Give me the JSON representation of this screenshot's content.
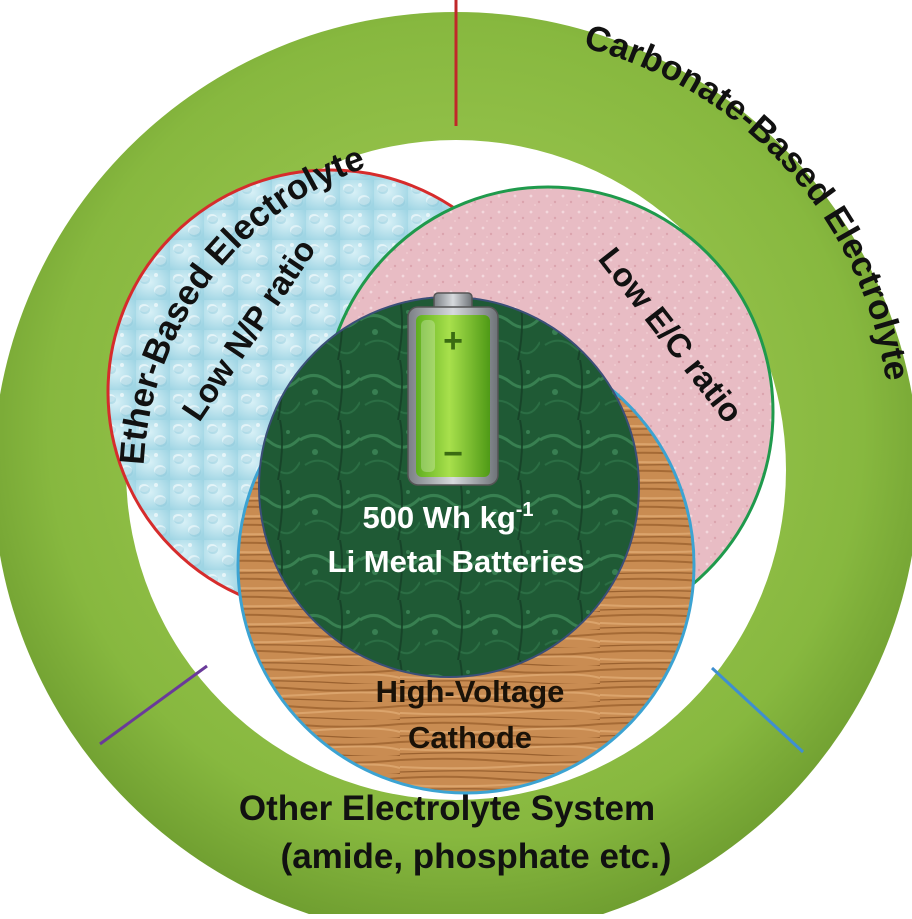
{
  "diagram": {
    "outer_ring": {
      "ether": "Ether-Based Electrolyte",
      "carbonate": "Carbonate-Based Electrolyte",
      "other_line1": "Other Electrolyte System",
      "other_line2": "(amide, phosphate etc.)"
    },
    "circles": {
      "np": "Low N/P ratio",
      "ec": "Low E/C ratio",
      "cathode_line1": "High-Voltage",
      "cathode_line2": "Cathode"
    },
    "center": {
      "energy_value": "500 Wh kg",
      "energy_exp": "-1",
      "label": "Li Metal Batteries"
    },
    "battery": {
      "plus": "+",
      "minus": "−"
    },
    "colors": {
      "ring": "#86b53c",
      "np_border": "#d62c2c",
      "ec_border": "#1f9a4c",
      "cathode_border": "#3ca3d2",
      "center_border": "#3b4f78",
      "divider_top": "#c0282a",
      "divider_left": "#6a3a9a",
      "divider_right": "#3f8fd0"
    }
  }
}
